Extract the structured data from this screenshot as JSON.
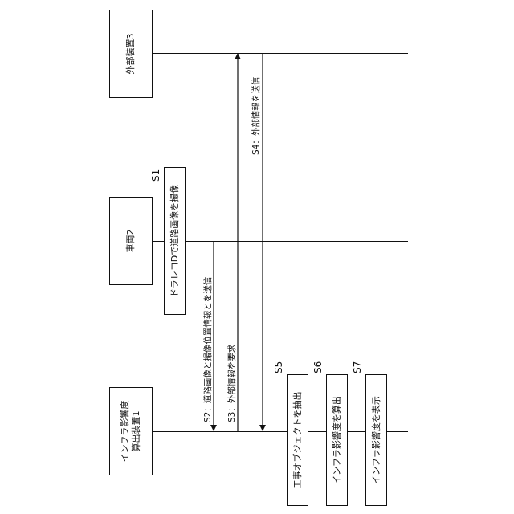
{
  "entities": {
    "device1_line1": "インフラ影響度",
    "device1_line2": "算出装置1",
    "vehicle": "車両2",
    "external": "外部装置3"
  },
  "steps": {
    "s1_tag": "S1",
    "s1_text": "ドラレコDで道路画像を撮像",
    "s2_text": "S2：道路画像と撮像位置情報とを送信",
    "s3_text": "S3：外部情報を要求",
    "s4_text": "S4：外部情報を送信",
    "s5_tag": "S5",
    "s5_text": "工事オブジェクトを抽出",
    "s6_tag": "S6",
    "s6_text": "インフラ影響度を算出",
    "s7_tag": "S7",
    "s7_text": "インフラ影響度を表示"
  }
}
